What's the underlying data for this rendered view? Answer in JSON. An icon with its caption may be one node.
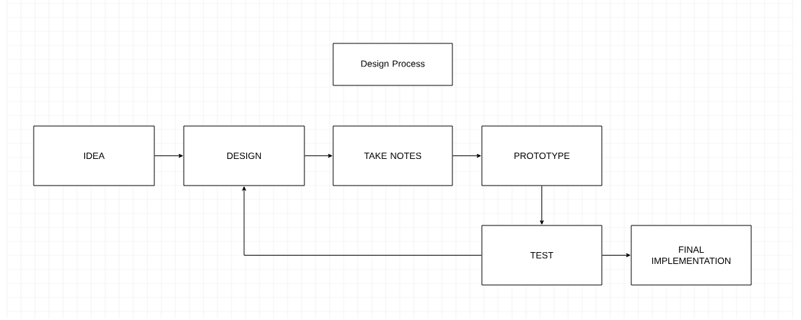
{
  "diagram": {
    "nodes": [
      {
        "text": [
          "Design Process"
        ]
      },
      {
        "text": [
          "IDEA"
        ]
      },
      {
        "text": [
          "DESIGN"
        ]
      },
      {
        "text": [
          "TAKE NOTES"
        ]
      },
      {
        "text": [
          "PROTOTYPE"
        ]
      },
      {
        "text": [
          "TEST"
        ]
      },
      {
        "text": [
          "FINAL IMPLEMENTATION"
        ]
      }
    ],
    "edges": [
      {
        "from": 1,
        "to": 2,
        "arrow": "to"
      },
      {
        "from": 2,
        "to": 3,
        "arrow": "to"
      },
      {
        "from": 3,
        "to": 4,
        "arrow": "to"
      },
      {
        "from": 4,
        "to": 5,
        "arrow": "to"
      },
      {
        "from": 5,
        "to": 6,
        "arrow": "to"
      },
      {
        "from": 5,
        "to": 2,
        "arrow": "to"
      }
    ]
  }
}
